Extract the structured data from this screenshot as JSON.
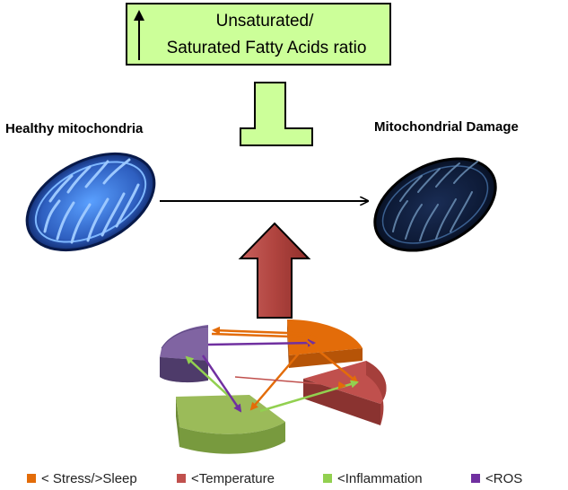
{
  "box": {
    "line1": "Unsaturated/",
    "line2": "Saturated Fatty Acids ratio"
  },
  "labels": {
    "healthy": "Healthy mitochondria",
    "damage": "Mitochondrial  Damage"
  },
  "legend": [
    {
      "text": "< Stress/>Sleep",
      "color": "#e36c09"
    },
    {
      "text": "<Temperature",
      "color": "#c0504d"
    },
    {
      "text": "<Inflammation",
      "color": "#9bbb59"
    },
    {
      "text": "<ROS",
      "color": "#8064a2"
    }
  ],
  "colors": {
    "box_fill": "#ccff99",
    "inhibitor_fill": "#ccff99",
    "up_arrow_fill": "#c0504d",
    "healthy_mito": "#2e5fc0",
    "damaged_mito": "#0f1f3a"
  }
}
